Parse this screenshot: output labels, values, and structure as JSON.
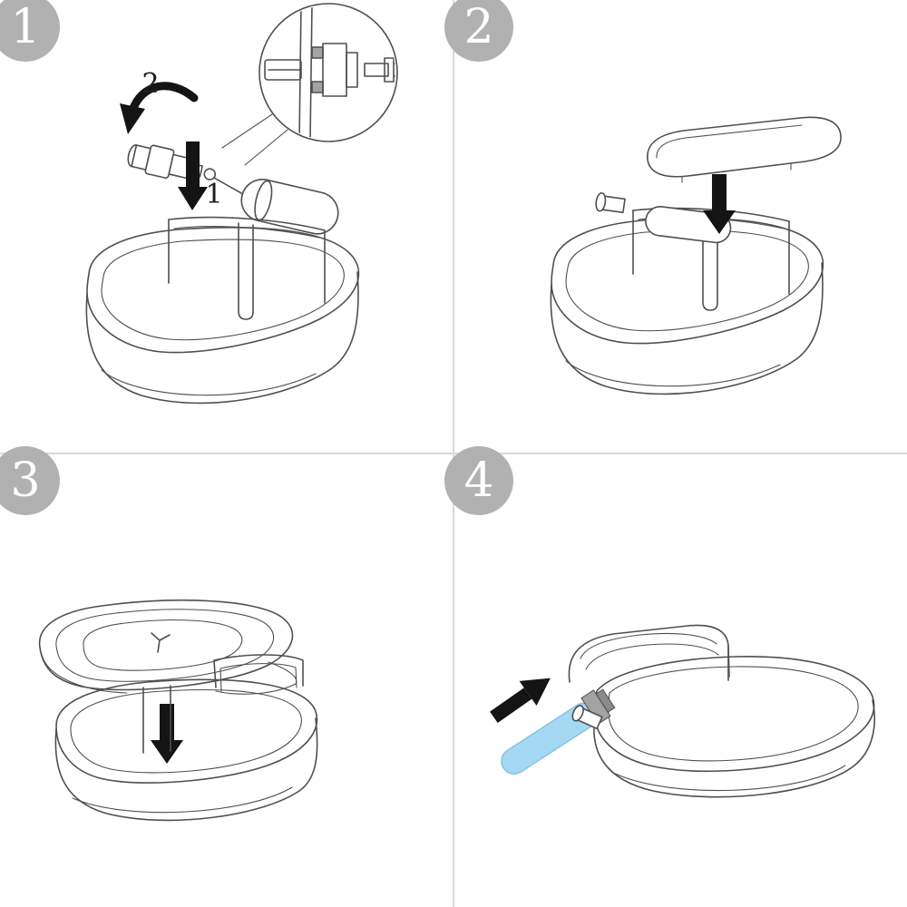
{
  "sheet": {
    "steps": [
      {
        "number": "1"
      },
      {
        "number": "2"
      },
      {
        "number": "3"
      },
      {
        "number": "4"
      }
    ],
    "panel1": {
      "rotate_label": "2",
      "insert_label": "1"
    }
  },
  "colors": {
    "badge_gray": "#b1b1b1",
    "line": "#4f4f4f",
    "divider": "#d8d8d8",
    "arrow_black": "#141414",
    "hose_blue": "#a5d9f3",
    "hose_edge": "#86c3e2",
    "connector_gray": "#a3a3a3",
    "connector_dark": "#8a8a8a",
    "background": "#ffffff",
    "number_white": "#ffffff",
    "annotation_dark": "#1f1f1f"
  }
}
